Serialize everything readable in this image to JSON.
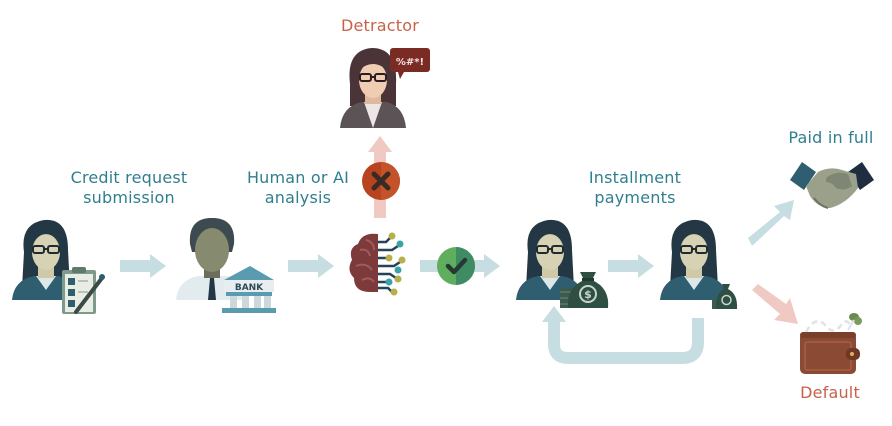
{
  "diagram": {
    "title": "Credit lifecycle flow",
    "colors": {
      "label_teal": "#2f7f8f",
      "label_red": "#c9614a",
      "arrow_light": "#c6dde2",
      "arrow_pink": "#f1c9c3",
      "person_teal": "#2f5e70",
      "hair_dark": "#243744",
      "skin": "#d7d2b4",
      "brain": "#7c3a3a",
      "check_green": "#4caf6a",
      "reject_red": "#b8441f",
      "money_green": "#2f4f43",
      "wallet_brown": "#8b4a34"
    },
    "steps": [
      {
        "id": "submission",
        "label_line1": "Credit request",
        "label_line2": "submission",
        "icon": "woman-with-clipboard-icon"
      },
      {
        "id": "bank",
        "label_line1": "",
        "label_line2": "",
        "icon": "banker-with-bank-icon"
      },
      {
        "id": "analysis",
        "label_line1": "Human or AI",
        "label_line2": "analysis",
        "icon": "ai-brain-icon"
      },
      {
        "id": "installments",
        "label_line1": "Installment",
        "label_line2": "payments",
        "icon": "woman-with-money-bag-icon"
      }
    ],
    "outcomes": {
      "detractor": {
        "label": "Detractor",
        "icon": "angry-woman-icon",
        "speech": "%#*!"
      },
      "paid": {
        "label": "Paid in full",
        "icon": "handshake-icon"
      },
      "default": {
        "label": "Default",
        "icon": "empty-wallet-icon"
      }
    },
    "bank_sign": "BANK",
    "money_symbol": "$",
    "decisions": {
      "approve": "check-icon",
      "reject": "x-icon"
    }
  }
}
